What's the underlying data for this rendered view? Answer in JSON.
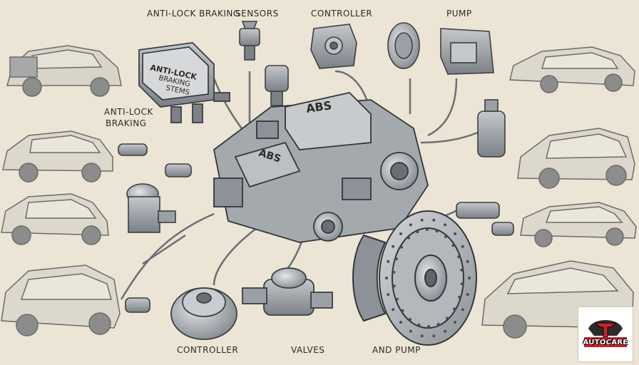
{
  "labels": {
    "anti_lock_braking_top": "ANTI-LOCK BRAKING",
    "sensors": "SENSORS",
    "controller_top": "CONTROLLER",
    "pump": "PUMP",
    "anti_lock_braking_left_1": "ANTI-LOCK",
    "anti_lock_braking_left_2": "BRAKING",
    "controller_bottom": "CONTROLLER",
    "valves": "VALVES",
    "and_pump": "AND PUMP"
  },
  "module_plate": {
    "line1": "ANTI-LOCK",
    "line2": "BRAKING",
    "line3": "STEMS"
  },
  "abs_stamp_1": "ABS",
  "abs_stamp_2": "ABS",
  "logo": {
    "text": "AUTOCARE",
    "letter": "T"
  },
  "colors": {
    "background": "#ece4d4",
    "ink": "#2b2b2b",
    "metal": "#9aa0a6",
    "metal_dark": "#5f656b",
    "car_fill": "#d9d4c8",
    "logo_red": "#c8232c"
  }
}
